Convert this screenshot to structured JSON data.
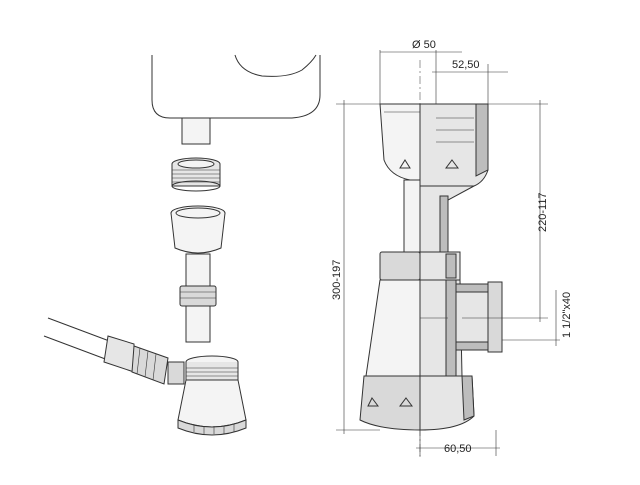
{
  "dimensions": {
    "diameter_top": "Ø 50",
    "top_offset": "52,50",
    "total_height": "300-197",
    "upper_height": "220-117",
    "outlet_thread": "1 1/2\"x40",
    "bottom_width": "60,50"
  },
  "icons": {
    "basin": "sink-basin-icon",
    "nut": "threaded-nut-icon",
    "trap": "bottle-trap-icon",
    "hose": "drain-hose-icon"
  }
}
